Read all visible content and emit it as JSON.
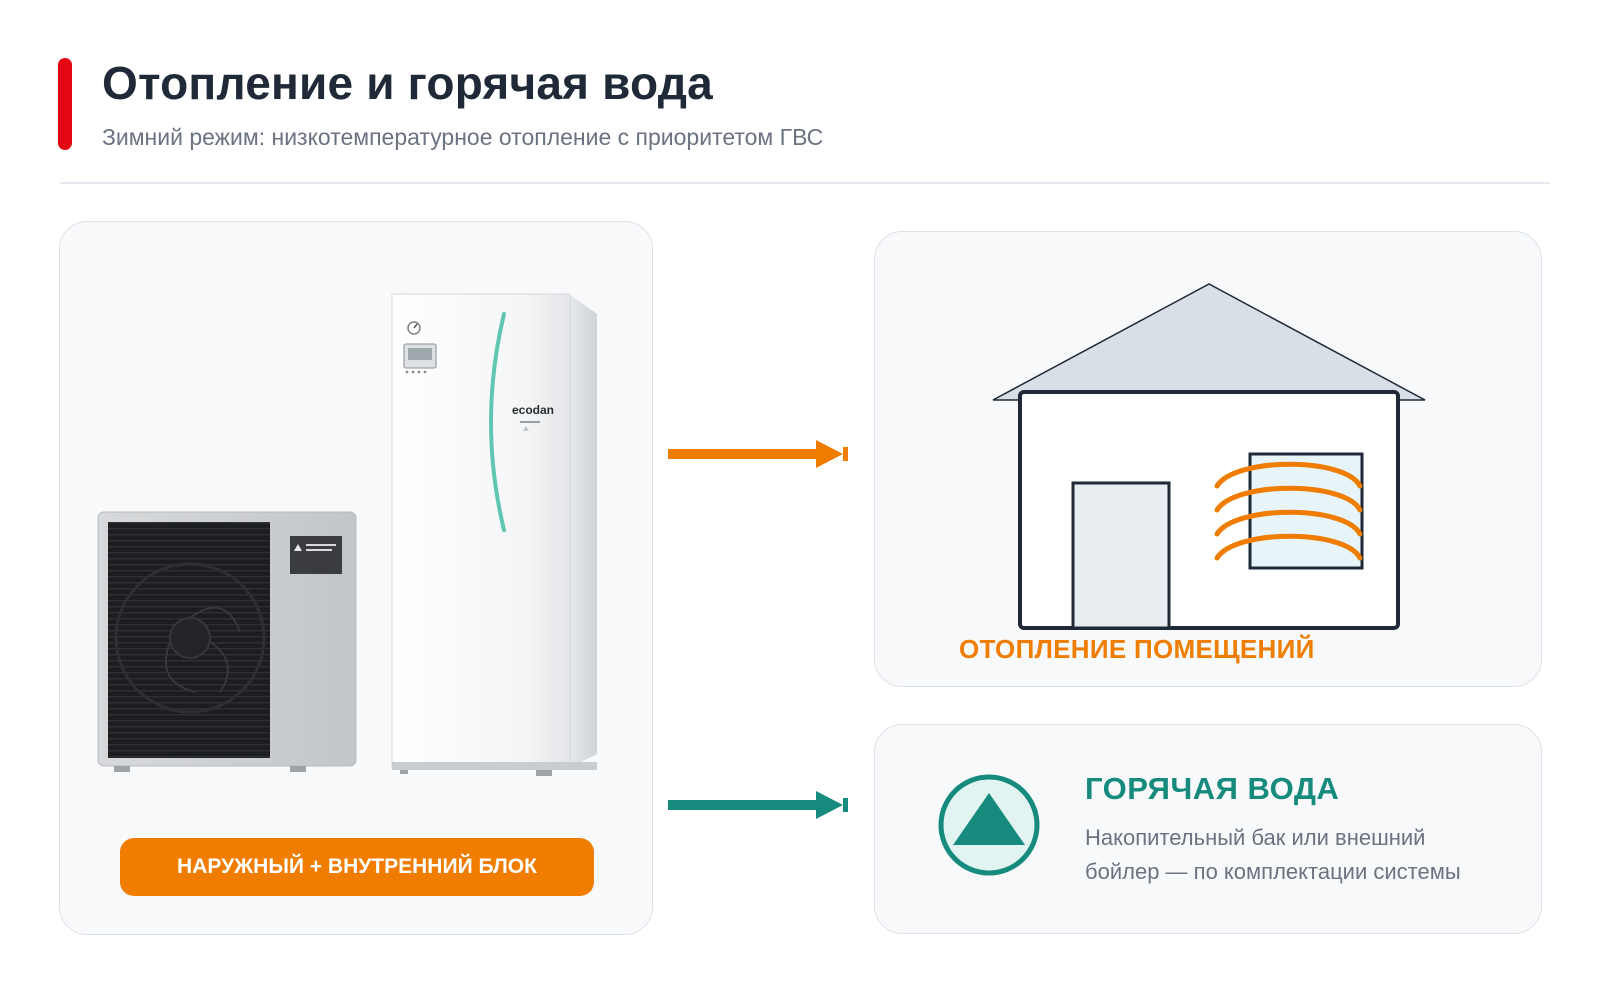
{
  "header": {
    "title": "Отопление и горячая вода",
    "subtitle": "Зимний режим: низкотемпературное отопление с приоритетом ГВС"
  },
  "equipment": {
    "label": "НАРУЖНЫЙ + ВНУТРЕННИЙ БЛОК",
    "brand_text": "ecodan"
  },
  "heating": {
    "label": "ОТОПЛЕНИЕ ПОМЕЩЕНИЙ"
  },
  "hot_water": {
    "title": "ГОРЯЧАЯ ВОДА",
    "description": "Накопительный бак или внешний бойлер — по комплектации системы"
  },
  "colors": {
    "accent_red": "#e30613",
    "heating_orange": "#f07d00",
    "water_teal": "#178a7e"
  }
}
